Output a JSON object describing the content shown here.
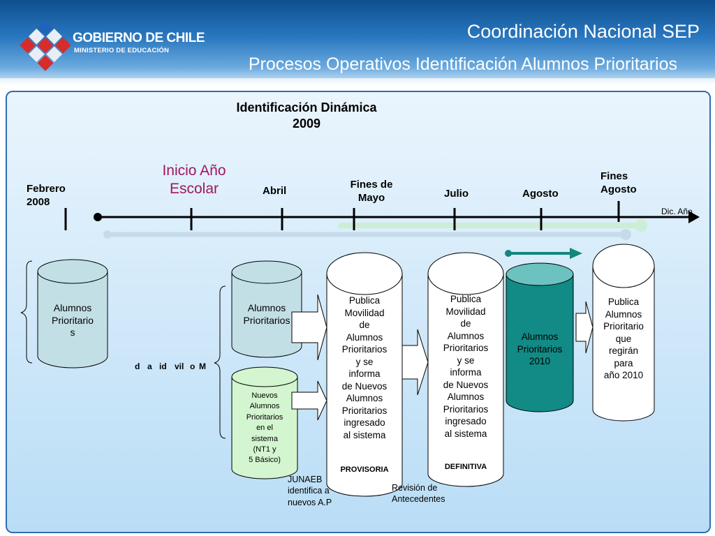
{
  "header": {
    "brand_line1": "GOBIERNO DE CHILE",
    "brand_line2": "MINISTERIO DE EDUCACIÓN",
    "title": "Coordinación Nacional SEP",
    "subtitle": "Procesos Operativos Identificación Alumnos Prioritarios"
  },
  "diagram": {
    "heading": [
      "Identificación Dinámica",
      "2009"
    ],
    "timeline": {
      "febrero": [
        "Febrero",
        "2008"
      ],
      "inicio": [
        "Inicio Año",
        "Escolar"
      ],
      "abril": "Abril",
      "fines_mayo": [
        "Fines de",
        "Mayo"
      ],
      "julio": "Julio",
      "agosto": "Agosto",
      "fines_agosto": [
        "Fines",
        "Agosto"
      ],
      "dic": "Dic. Año"
    },
    "movilidad": [
      "M",
      "o",
      "vil",
      "id",
      "a",
      "d"
    ],
    "cyl_prioritarios_2008": [
      "Alumnos",
      "Prioritario",
      "s"
    ],
    "cyl_prioritarios": [
      "Alumnos",
      "Prioritarios"
    ],
    "cyl_nuevos": [
      "Nuevos",
      "Alumnos",
      "Prioritarios",
      "en el",
      "sistema",
      "(NT1 y",
      "5 Básico)"
    ],
    "cyl_provisoria": [
      "Publica",
      "Movilidad",
      "de",
      "Alumnos",
      "Prioritarios",
      "y se",
      "informa",
      "de Nuevos",
      "Alumnos",
      "Prioritarios",
      "ingresado",
      "al sistema"
    ],
    "provisoria_label": "PROVISORIA",
    "cyl_definitiva": [
      "Publica",
      "Movilidad",
      "de",
      "Alumnos",
      "Prioritarios",
      "y se",
      "informa",
      "de Nuevos",
      "Alumnos",
      "Prioritarios",
      "ingresado",
      "al sistema"
    ],
    "definitiva_label": "DEFINITIVA",
    "cyl_2010": [
      "Alumnos",
      "Prioritarios",
      "2010"
    ],
    "cyl_publica_2010": [
      "Publica",
      "Alumnos",
      "Prioritario",
      "que",
      "regirán",
      "para",
      "año 2010"
    ],
    "note_junaeb": [
      "JUNAEB",
      "identifica a",
      "nuevos A.P"
    ],
    "note_revision": [
      "Revisión de",
      "Antecedentes"
    ]
  },
  "colors": {
    "inicio_text": "#a0165e",
    "cyl_blue": "#c3dfe6",
    "cyl_green": "#d3f5cf",
    "cyl_teal": "#128a85",
    "arrow_teal": "#13877d"
  }
}
